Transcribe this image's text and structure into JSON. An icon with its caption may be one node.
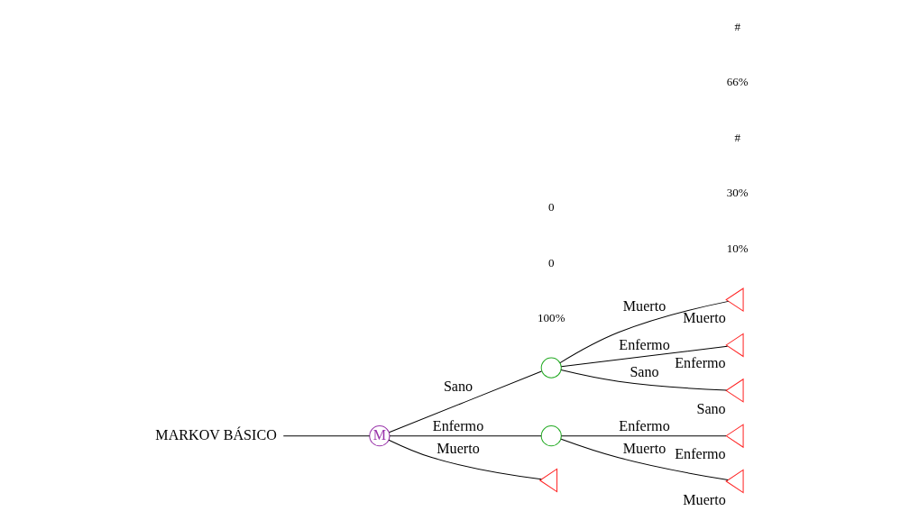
{
  "diagram": {
    "nodes": [
      {
        "text": [
          "MARKOV BÁSICO"
        ]
      },
      {
        "text": [
          "M"
        ]
      },
      {
        "text": [],
        "shape": "circle"
      },
      {
        "text": [],
        "shape": "circle"
      },
      {
        "text": [],
        "shape": "triangle"
      },
      {
        "text": [],
        "shape": "triangle",
        "beside": [
          "Muerto"
        ]
      },
      {
        "text": [],
        "shape": "triangle",
        "beside": [
          "Enfermo"
        ]
      },
      {
        "text": [],
        "shape": "triangle",
        "beside": [
          "Sano"
        ]
      },
      {
        "text": [],
        "shape": "triangle",
        "beside": [
          "Enfermo"
        ]
      },
      {
        "text": [],
        "shape": "triangle",
        "beside": [
          "Muerto"
        ]
      }
    ],
    "edges": [
      {
        "from": 0,
        "to": 1,
        "arrow": "none"
      },
      {
        "from": 1,
        "to": 2,
        "arrow": "none",
        "label": "Sano"
      },
      {
        "from": 1,
        "to": 3,
        "arrow": "none",
        "label": "Enfermo"
      },
      {
        "from": 1,
        "to": 4,
        "arrow": "none",
        "label": "Muerto"
      },
      {
        "from": 2,
        "to": 5,
        "arrow": "none",
        "label": "Muerto"
      },
      {
        "from": 2,
        "to": 6,
        "arrow": "none",
        "label": "Enfermo"
      },
      {
        "from": 2,
        "to": 7,
        "arrow": "none",
        "label": "Sano"
      },
      {
        "from": 3,
        "to": 8,
        "arrow": "none",
        "label": "Enfermo"
      },
      {
        "from": 3,
        "to": 9,
        "arrow": "none",
        "label": "Muerto"
      }
    ],
    "labels": [
      "10%",
      "100%",
      "30%",
      "#",
      "66%",
      "0",
      "#",
      "0"
    ]
  }
}
